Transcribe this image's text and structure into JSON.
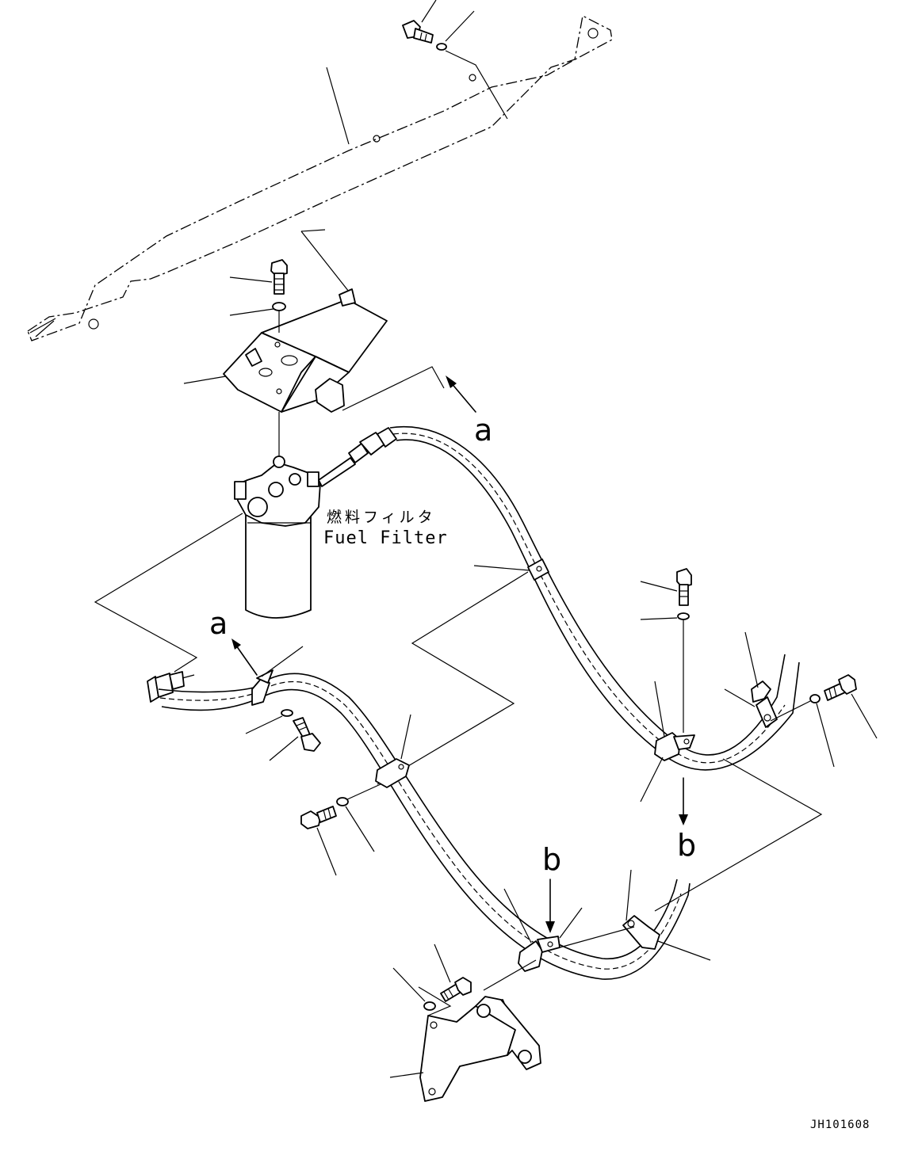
{
  "labels": {
    "fuel_filter_jp": "燃料フィルタ",
    "fuel_filter_en": "Fuel Filter",
    "view_a_top": "a",
    "view_a_left": "a",
    "view_b_top": "b",
    "view_b_right": "b",
    "drawing_code": "JH101608"
  }
}
